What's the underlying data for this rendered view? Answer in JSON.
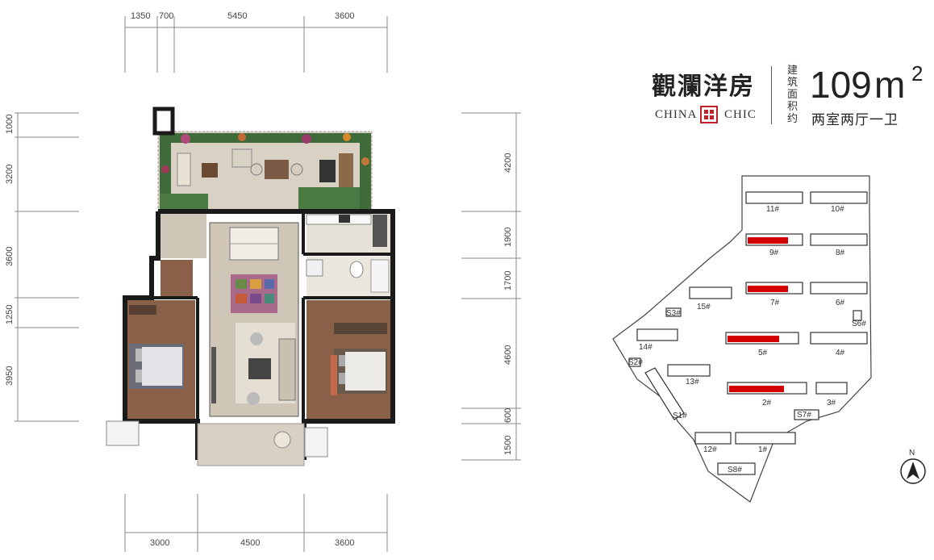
{
  "brand": {
    "name_cn": "觀瀾洋房",
    "name_en_left": "CHINA",
    "name_en_right": "CHIC"
  },
  "unit": {
    "area_label": "建筑面积约",
    "area_value": "109",
    "area_unit": "m",
    "area_power": "2",
    "layout": "两室两厅一卫"
  },
  "dimensions": {
    "top": [
      "1350",
      "700",
      "5450",
      "3600"
    ],
    "bottom": [
      "3000",
      "4500",
      "3600"
    ],
    "left": [
      "1000",
      "3200",
      "3600",
      "1250",
      "3950"
    ],
    "right": [
      "4200",
      "1900",
      "1700",
      "4600",
      "600",
      "1500"
    ]
  },
  "site_plan": {
    "buildings": [
      "11#",
      "10#",
      "9#",
      "8#",
      "7#",
      "6#",
      "15#",
      "S3#",
      "S6#",
      "14#",
      "5#",
      "4#",
      "S2#",
      "13#",
      "2#",
      "3#",
      "S1#",
      "S7#",
      "12#",
      "1#",
      "S8#"
    ],
    "compass": "N",
    "highlight_color": "#d40000"
  },
  "colors": {
    "wall": "#1a1a1a",
    "floor_wood": "#8a6048",
    "floor_stone": "#cfc6b8",
    "garden": "#3f6b3a"
  }
}
